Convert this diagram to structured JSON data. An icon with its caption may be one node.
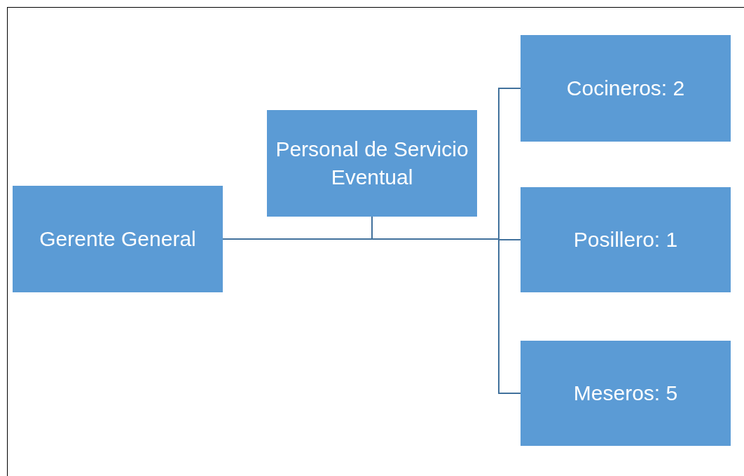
{
  "diagram": {
    "nodes": [
      {
        "text": [
          "Gerente General"
        ]
      },
      {
        "text": [
          "Personal de Servicio Eventual"
        ]
      },
      {
        "text": [
          "Cocineros: 2"
        ]
      },
      {
        "text": [
          "Posillero: 1"
        ]
      },
      {
        "text": [
          "Meseros: 5"
        ]
      }
    ],
    "edges": [
      {
        "from": 0,
        "to": 1,
        "arrow": "none"
      },
      {
        "from": 0,
        "to": 2,
        "arrow": "none"
      },
      {
        "from": 0,
        "to": 3,
        "arrow": "none"
      },
      {
        "from": 0,
        "to": 4,
        "arrow": "none"
      }
    ]
  }
}
